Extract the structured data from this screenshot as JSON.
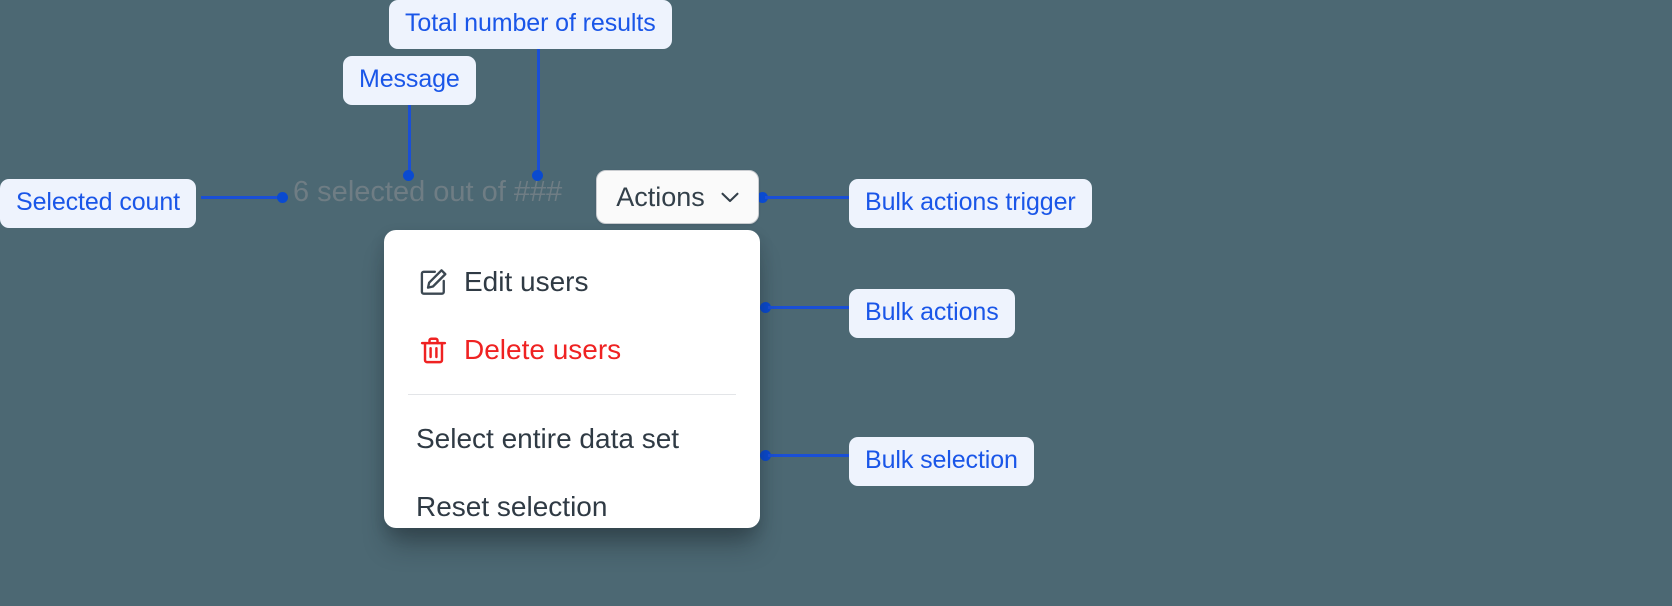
{
  "canvas": {
    "background_color": "#4c6873",
    "accent_color": "#1a56e8",
    "danger_color": "#ef2222"
  },
  "ui": {
    "selected_count_text": "6 selected out of ###",
    "actions_button": {
      "label": "Actions",
      "chevron_icon": "chevron-down-icon"
    },
    "menu": {
      "items": [
        {
          "label": "Edit users",
          "icon": "edit-pencil-icon",
          "variant": "default"
        },
        {
          "label": "Delete users",
          "icon": "trash-icon",
          "variant": "danger"
        },
        {
          "label": "Select entire data set",
          "icon": "",
          "variant": "plain"
        },
        {
          "label": "Reset selection",
          "icon": "",
          "variant": "plain"
        }
      ]
    }
  },
  "annotations": {
    "total_results": "Total number of results",
    "message": "Message",
    "selected_count": "Selected count",
    "bulk_actions_trigger": "Bulk actions trigger",
    "bulk_actions": "Bulk actions",
    "bulk_selection": "Bulk selection"
  }
}
